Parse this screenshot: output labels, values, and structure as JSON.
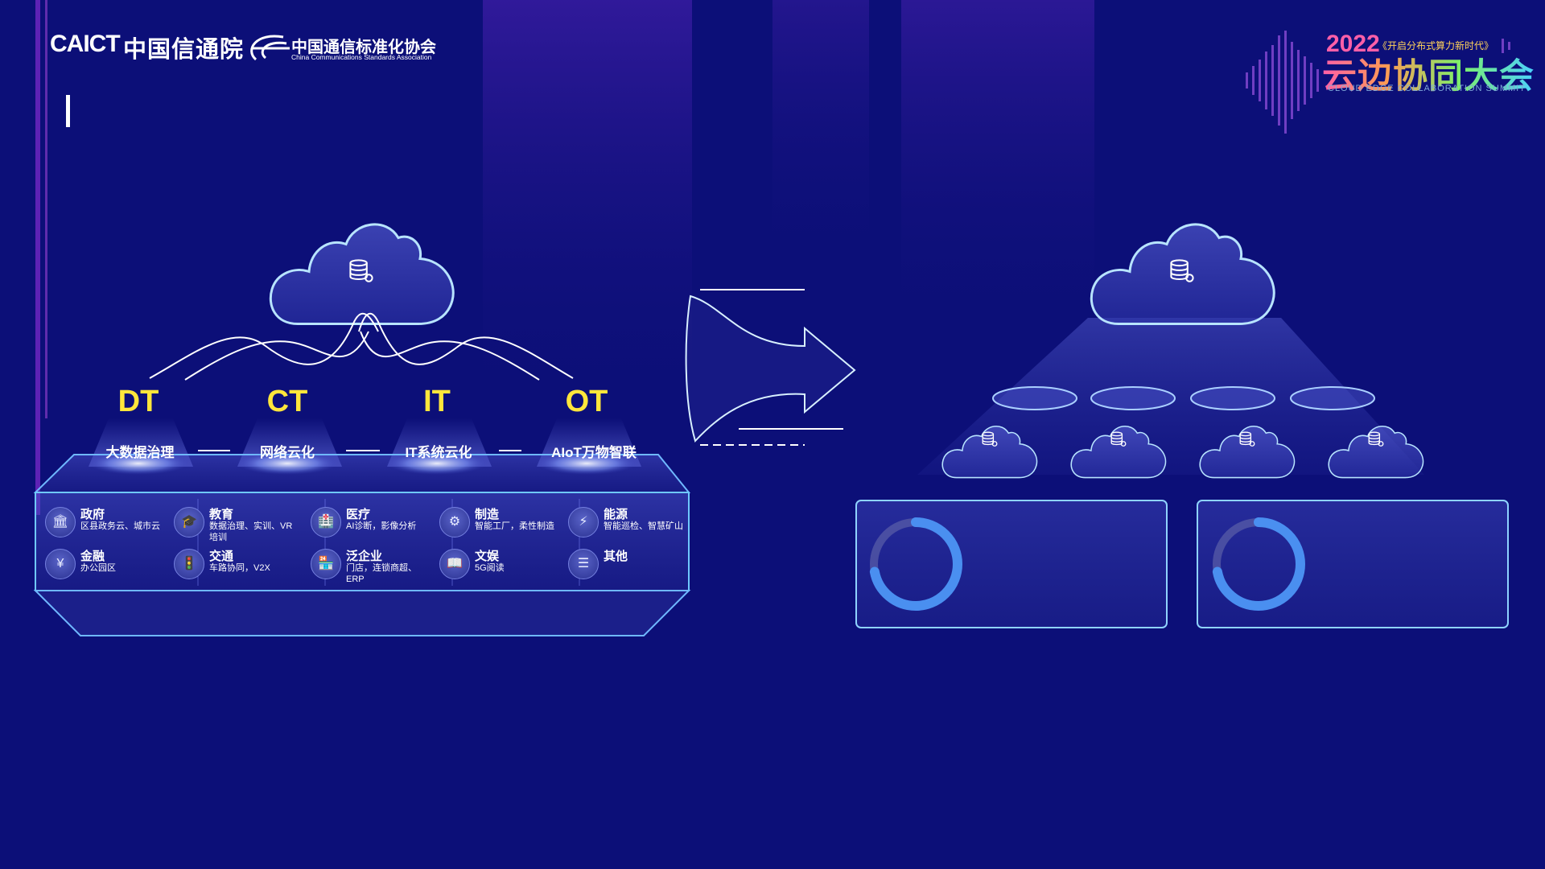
{
  "header": {
    "caict_logo": "CAICT",
    "caict_name": "中国信通院",
    "ccsa_name": "中国通信标准化协会",
    "ccsa_name_en": "China Communications Standards Association",
    "summit_year": "2022",
    "summit_slogan": "《开启分布式算力新时代》",
    "summit_title": "云边协同大会",
    "summit_title_en": "CLOUD EDGE COLLABORATION SUMMIT"
  },
  "techs": [
    {
      "abbr": "DT",
      "label": "大数据治理"
    },
    {
      "abbr": "CT",
      "label": "网络云化"
    },
    {
      "abbr": "IT",
      "label": "IT系统云化"
    },
    {
      "abbr": "OT",
      "label": "AIoT万物智联"
    }
  ],
  "industries": [
    {
      "icon": "bank-icon",
      "glyph": "🏛",
      "title": "政府",
      "desc": "区县政务云、城市云"
    },
    {
      "icon": "mortarboard-icon",
      "glyph": "🎓",
      "title": "教育",
      "desc": "数据治理、实训、VR培训"
    },
    {
      "icon": "hospital-icon",
      "glyph": "🏥",
      "title": "医疗",
      "desc": "AI诊断，影像分析"
    },
    {
      "icon": "factory-gear-icon",
      "glyph": "⚙",
      "title": "制造",
      "desc": "智能工厂，柔性制造"
    },
    {
      "icon": "energy-icon",
      "glyph": "⚡",
      "title": "能源",
      "desc": "智能巡检、智慧矿山"
    },
    {
      "icon": "finance-icon",
      "glyph": "¥",
      "title": "金融",
      "desc": "办公园区"
    },
    {
      "icon": "traffic-icon",
      "glyph": "🚦",
      "title": "交通",
      "desc": "车路协同，V2X"
    },
    {
      "icon": "store-icon",
      "glyph": "🏪",
      "title": "泛企业",
      "desc": "门店，连锁商超、ERP"
    },
    {
      "icon": "media-icon",
      "glyph": "📖",
      "title": "文娱",
      "desc": "5G阅读"
    },
    {
      "icon": "other-icon",
      "glyph": "☰",
      "title": "其他",
      "desc": ""
    }
  ],
  "colors": {
    "background": "#0c0f78",
    "tech_label": "#ffe63b",
    "outline": "#8fd3ff",
    "ring": "#4a8ff0"
  },
  "progress": [
    0.72,
    0.72
  ]
}
